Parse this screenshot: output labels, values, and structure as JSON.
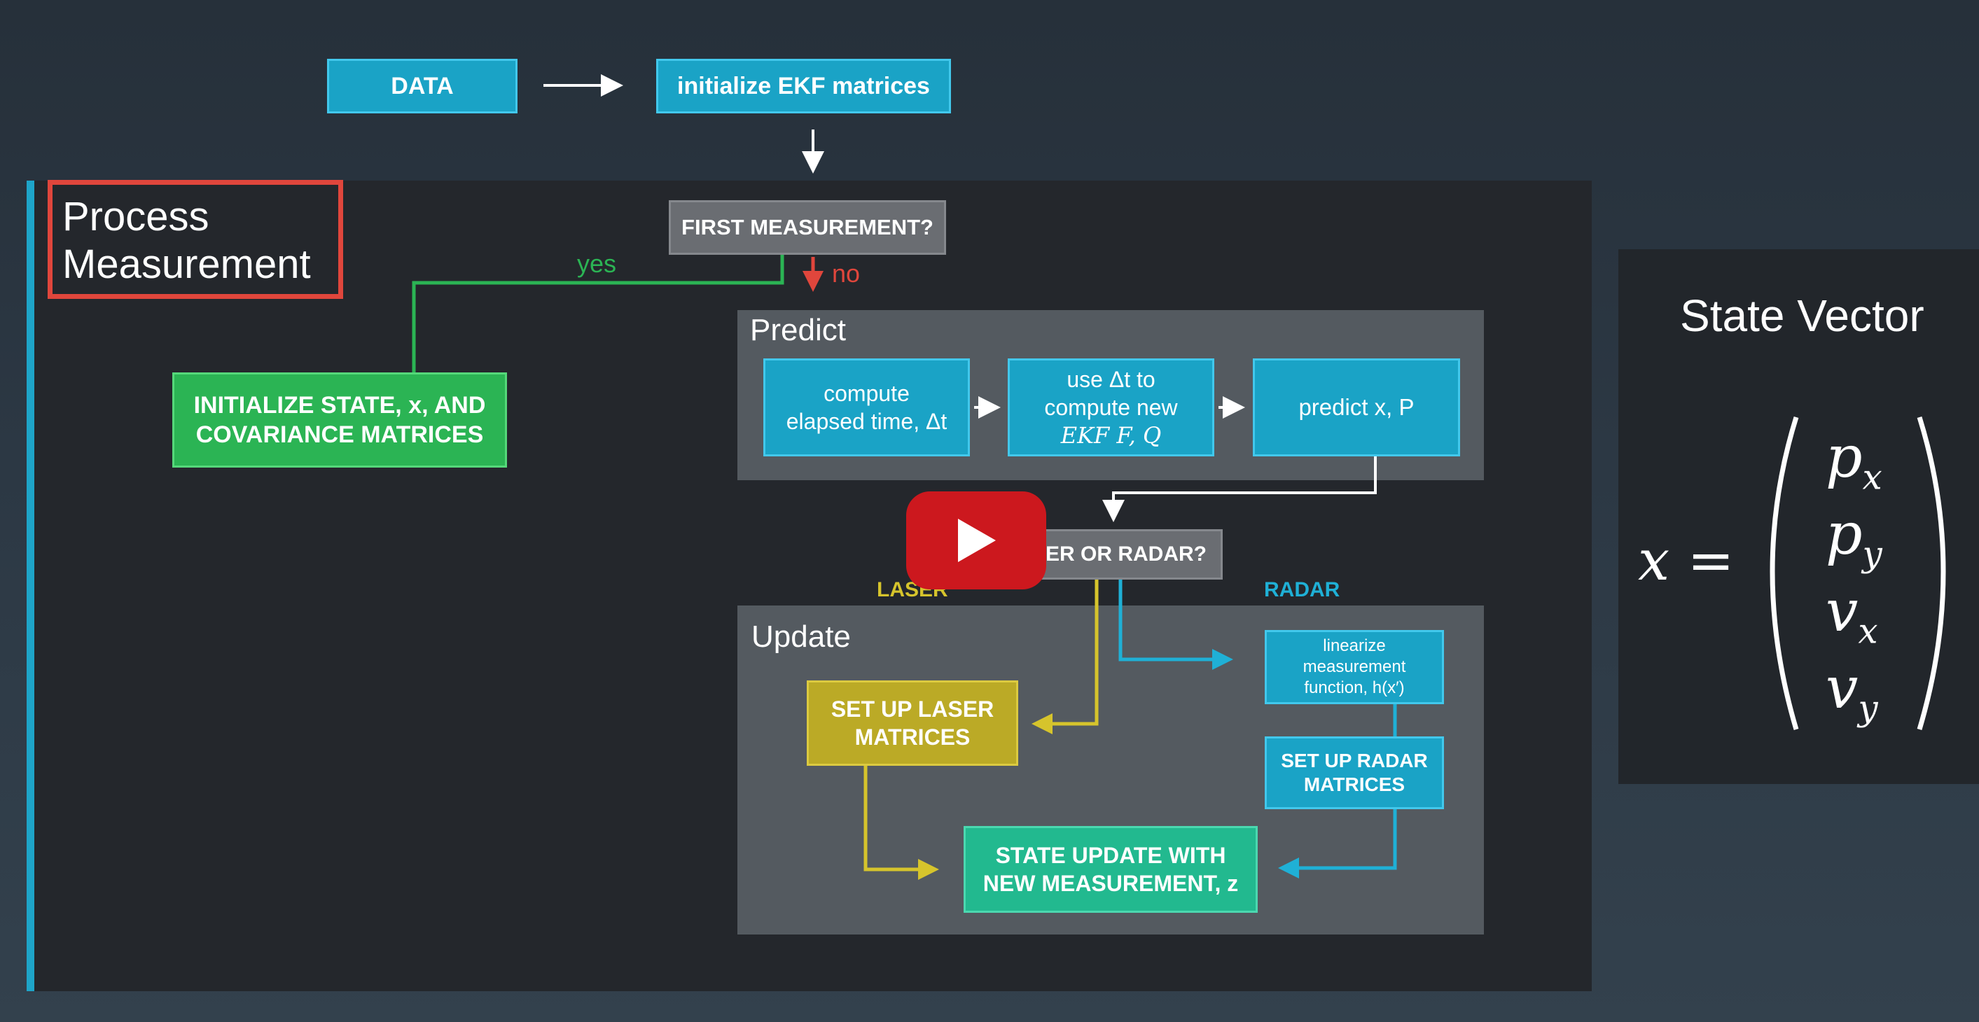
{
  "diagram": {
    "data_box": "DATA",
    "init_box": "initialize EKF matrices",
    "section_title_line1": "Process",
    "section_title_line2": "Measurement",
    "first_measurement": "FIRST MEASUREMENT?",
    "yes_label": "yes",
    "no_label": "no",
    "init_state_line1": "INITIALIZE STATE, x, AND",
    "init_state_line2": "COVARIANCE MATRICES",
    "predict_title": "Predict",
    "compute_line1": "compute",
    "compute_line2": "elapsed time, Δt",
    "use_dt_line1": "use Δt to",
    "use_dt_line2": "compute new",
    "use_dt_line3": "EKF F, Q",
    "predict_xp": "predict x, P",
    "sensor_question": "SER OR RADAR?",
    "laser_label": "LASER",
    "radar_label": "RADAR",
    "update_title": "Update",
    "laser_matrices_line1": "SET UP LASER",
    "laser_matrices_line2": "MATRICES",
    "linearize_line1": "linearize",
    "linearize_line2": "measurement",
    "linearize_line3": "function, h(x′)",
    "radar_matrices_line1": "SET UP RADAR",
    "radar_matrices_line2": "MATRICES",
    "state_update_line1": "STATE UPDATE WITH",
    "state_update_line2": "NEW MEASUREMENT, z"
  },
  "state_vector": {
    "title": "State Vector",
    "lhs": "x =",
    "entries": [
      "px",
      "py",
      "vx",
      "vy"
    ]
  },
  "player": {
    "play_button": "play-icon"
  },
  "colors": {
    "blue_box": "#1aa3c6",
    "green_box": "#2bb454",
    "yellow_box": "#bbaa26",
    "teal_box": "#22b98f",
    "red_outline": "#e0463c",
    "yes_green": "#2bb454",
    "no_red": "#e0463c",
    "laser_yellow": "#d6c42c",
    "radar_blue": "#1fb0d6",
    "youtube_red": "#cc181e"
  }
}
